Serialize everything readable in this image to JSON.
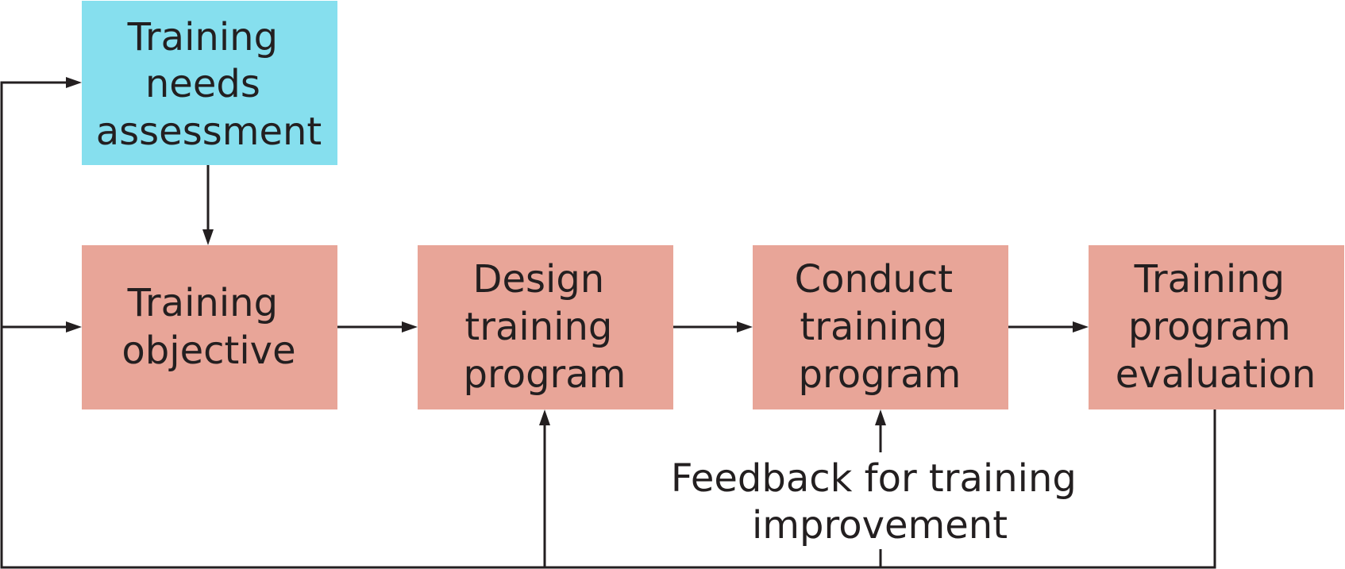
{
  "colors": {
    "assessment_box": "#86dfee",
    "process_box": "#e8a598",
    "line": "#231f20",
    "text": "#231f20"
  },
  "nodes": {
    "needs_assessment": [
      "Training",
      "needs",
      "assessment"
    ],
    "objective": [
      "Training",
      "objective"
    ],
    "design": [
      "Design",
      "training",
      "program"
    ],
    "conduct": [
      "Conduct",
      "training",
      "program"
    ],
    "evaluation": [
      "Training",
      "program",
      "evaluation"
    ]
  },
  "feedback_label": [
    "Feedback for training",
    "improvement"
  ]
}
